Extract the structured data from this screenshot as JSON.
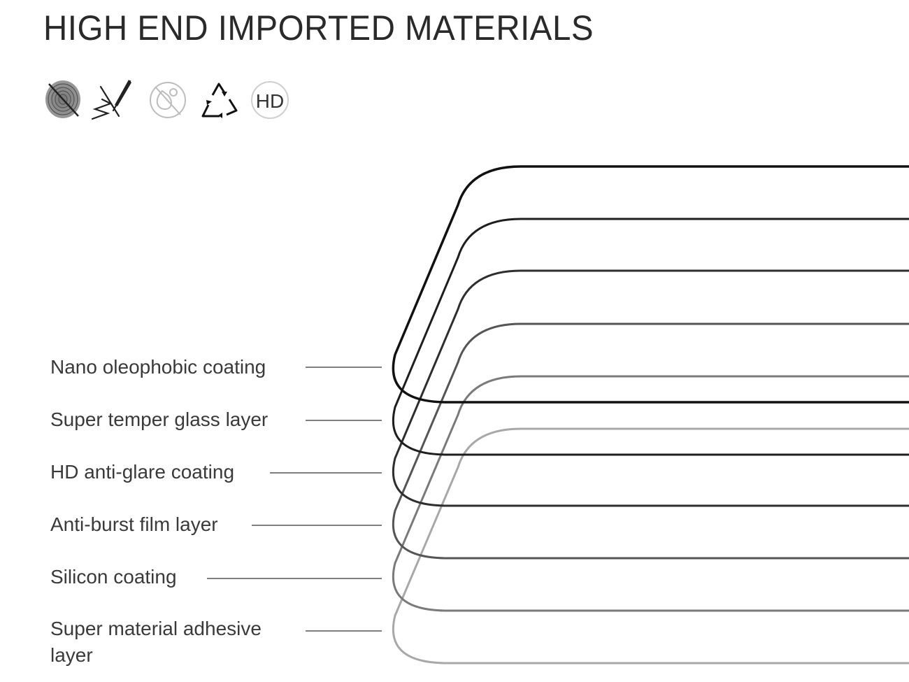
{
  "title": "HIGH END IMPORTED MATERIALS",
  "icons": [
    {
      "name": "anti-fingerprint-icon"
    },
    {
      "name": "anti-scratch-icon"
    },
    {
      "name": "anti-oil-icon"
    },
    {
      "name": "eco-recycle-icon"
    },
    {
      "name": "hd-clarity-icon",
      "text": "HD"
    }
  ],
  "layers": [
    {
      "label": "Nano oleophobic coating",
      "color": "#111111"
    },
    {
      "label": "Super temper glass layer",
      "color": "#1e1e1e"
    },
    {
      "label": "HD anti-glare coating",
      "color": "#2e2e2e"
    },
    {
      "label": "Anti-burst film layer",
      "color": "#555555"
    },
    {
      "label": "Silicon coating",
      "color": "#7a7a7a"
    },
    {
      "label": "Super material adhesive layer",
      "color": "#a8a8a8"
    }
  ]
}
